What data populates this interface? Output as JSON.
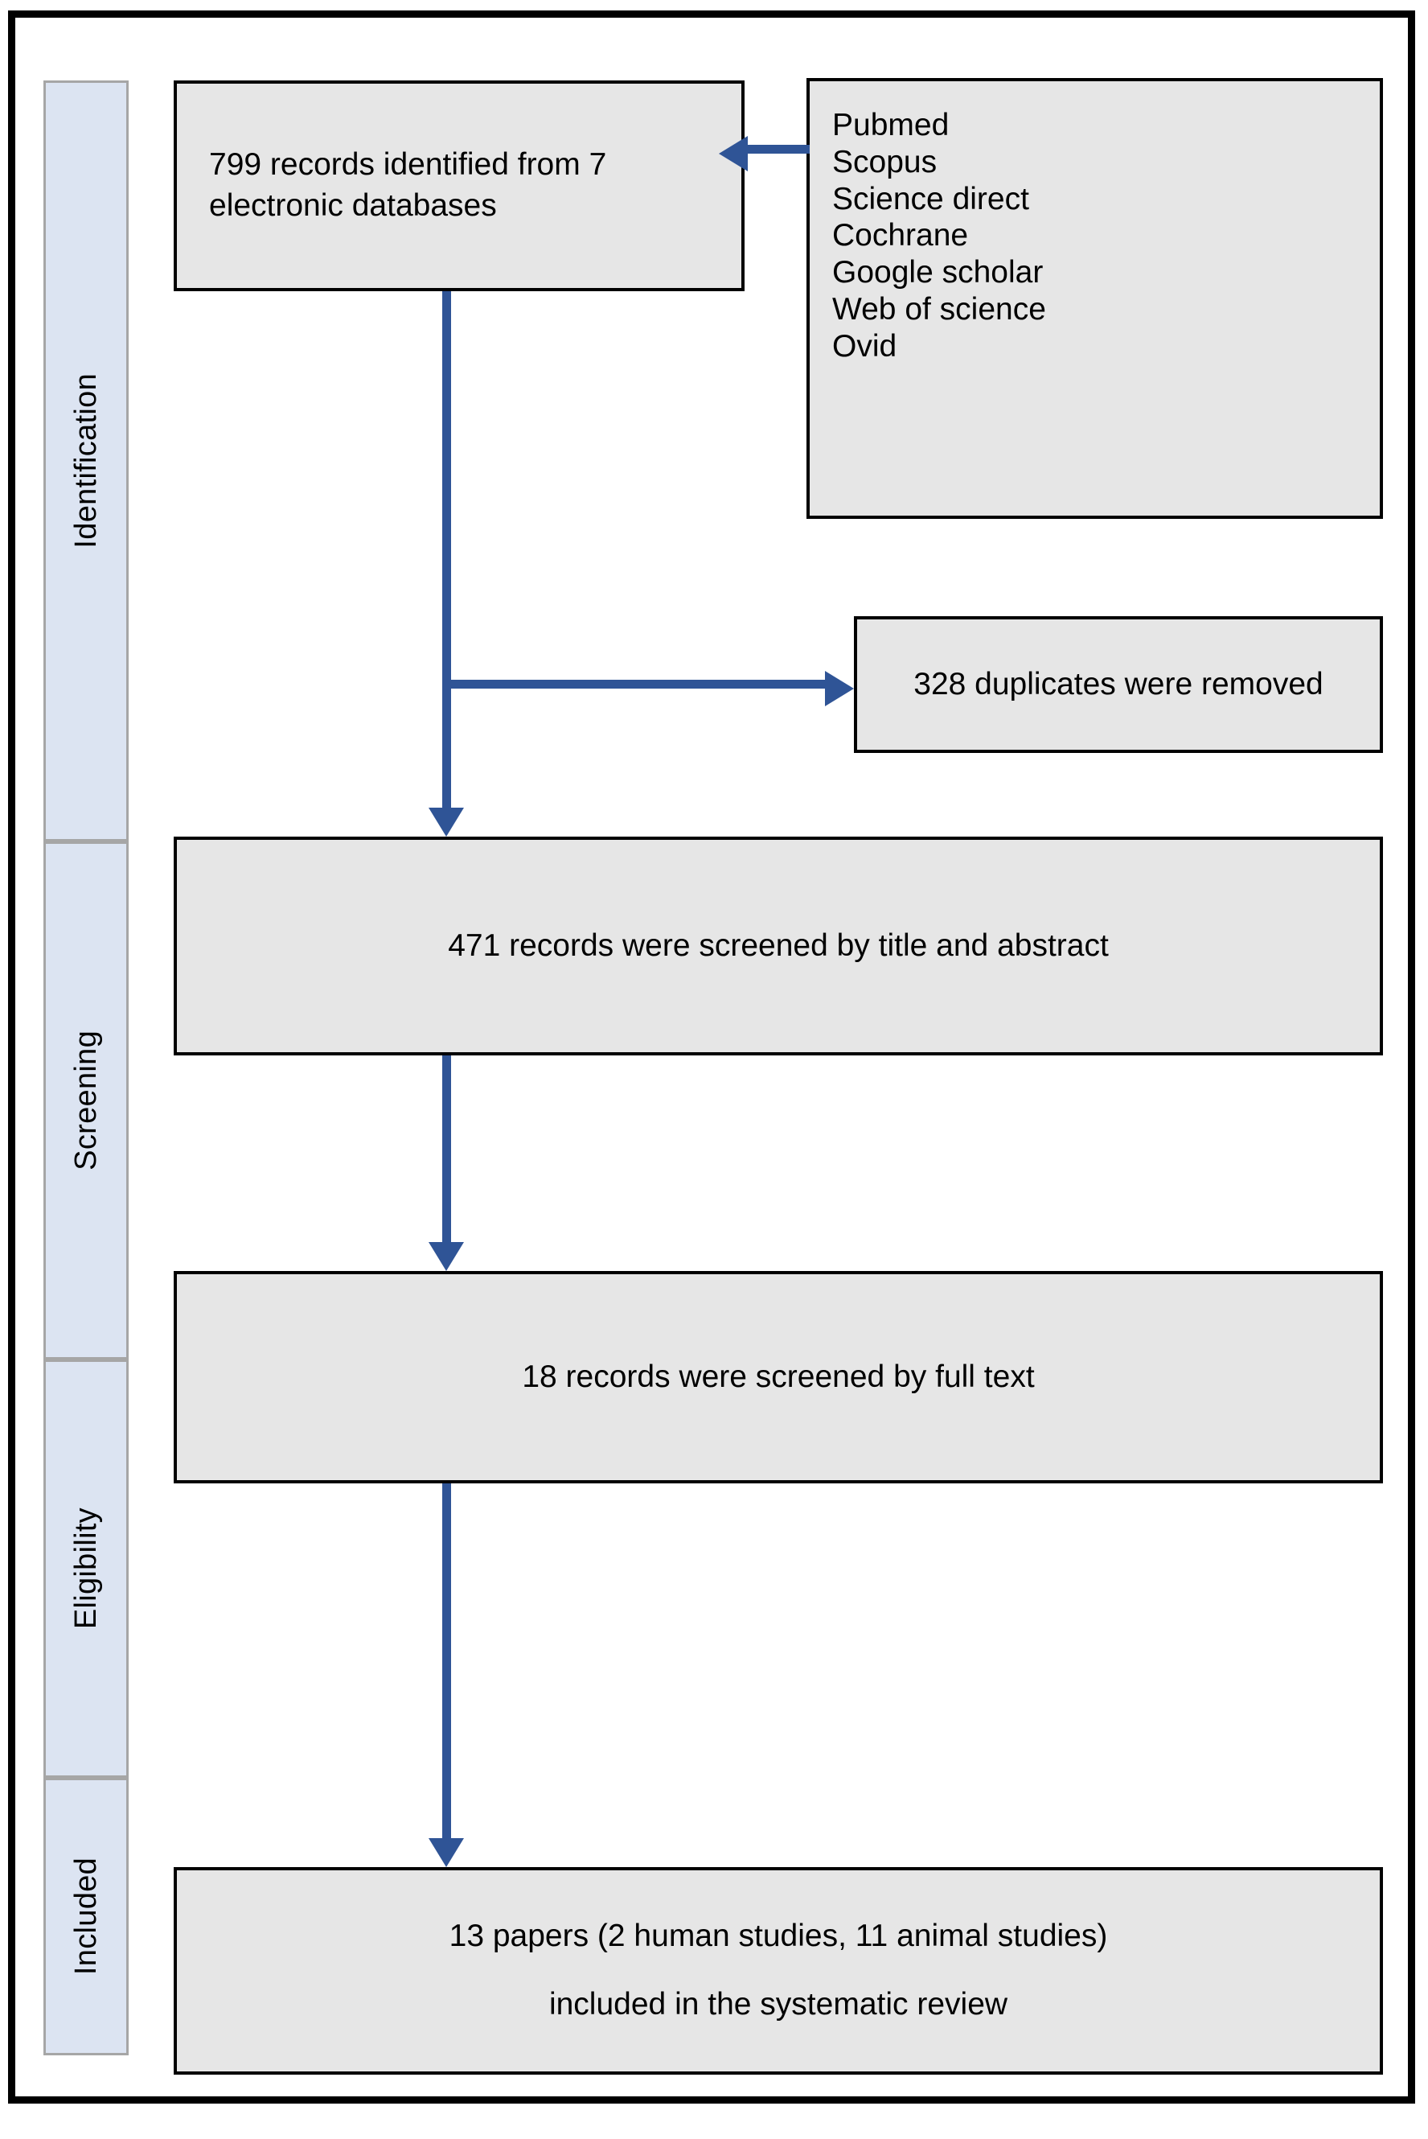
{
  "diagram": {
    "title": "PRISMA flow diagram",
    "colors": {
      "box_fill": "#E6E6E6",
      "box_border": "#000000",
      "stage_fill": "#DCE4F2",
      "stage_border": "#A6A6A6",
      "connector": "#2F5496",
      "frame": "#000000"
    }
  },
  "stages": [
    {
      "id": "identification",
      "label": "Identification"
    },
    {
      "id": "screening",
      "label": "Screening"
    },
    {
      "id": "eligibility",
      "label": "Eligibility"
    },
    {
      "id": "included",
      "label": "Included"
    }
  ],
  "boxes": {
    "records_identified": {
      "text": "799 records identified from 7 electronic databases"
    },
    "databases": {
      "items": [
        "Pubmed",
        "Scopus",
        "Science direct",
        "Cochrane",
        "Google scholar",
        "Web of science",
        "Ovid"
      ]
    },
    "duplicates_removed": {
      "text": "328 duplicates were removed"
    },
    "screened_title_abstract": {
      "text": "471 records were screened by title and abstract"
    },
    "screened_full_text": {
      "text": "18 records were screened by full text"
    },
    "included": {
      "line1": "13 papers (2 human studies, 11 animal studies)",
      "line2": "included in the systematic review"
    }
  },
  "chart_data": {
    "type": "diagram",
    "title": "PRISMA study selection flow",
    "nodes": [
      {
        "id": "records_identified",
        "stage": "Identification",
        "label": "799 records identified from 7 electronic databases",
        "count": 799
      },
      {
        "id": "databases",
        "stage": "Identification",
        "label": "Pubmed; Scopus; Science direct; Cochrane; Google scholar; Web of science; Ovid",
        "count": 7
      },
      {
        "id": "duplicates_removed",
        "stage": "Identification",
        "label": "328 duplicates were removed",
        "count": 328
      },
      {
        "id": "screened_title_abstract",
        "stage": "Screening",
        "label": "471 records were screened by title and abstract",
        "count": 471
      },
      {
        "id": "screened_full_text",
        "stage": "Eligibility",
        "label": "18 records were screened by full text",
        "count": 18
      },
      {
        "id": "included",
        "stage": "Included",
        "label": "13 papers (2 human studies, 11 animal studies) included in the systematic review",
        "count": 13
      }
    ],
    "edges": [
      {
        "from": "databases",
        "to": "records_identified",
        "direction": "left"
      },
      {
        "from": "records_identified",
        "to": "duplicates_removed",
        "direction": "right"
      },
      {
        "from": "records_identified",
        "to": "screened_title_abstract",
        "direction": "down"
      },
      {
        "from": "screened_title_abstract",
        "to": "screened_full_text",
        "direction": "down"
      },
      {
        "from": "screened_full_text",
        "to": "included",
        "direction": "down"
      }
    ]
  }
}
